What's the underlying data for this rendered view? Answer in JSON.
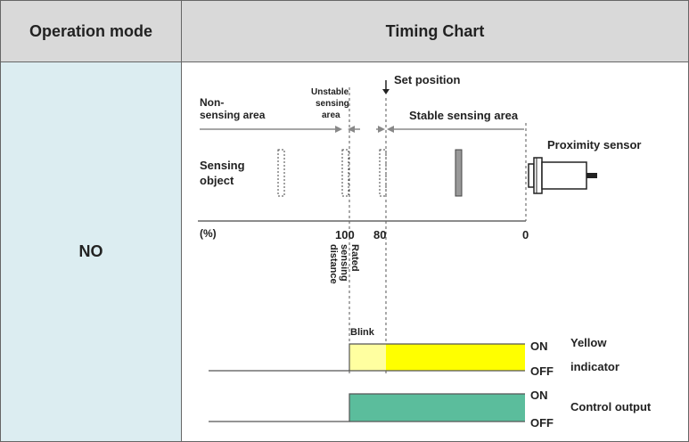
{
  "header": {
    "mode_label": "Operation mode",
    "chart_label": "Timing Chart"
  },
  "row": {
    "mode": "NO"
  },
  "chart": {
    "set_position": "Set position",
    "unstable_area": [
      "Unstable",
      "sensing",
      "area"
    ],
    "non_sensing_area": [
      "Non-",
      "sensing area"
    ],
    "stable_area": "Stable sensing area",
    "proximity_sensor": "Proximity sensor",
    "sensing_object": [
      "Sensing",
      "object"
    ],
    "percent_unit": "(%)",
    "tick_100": "100",
    "tick_80": "80",
    "tick_0": "0",
    "rated_distance": [
      "Rated",
      "sensing",
      "distance"
    ],
    "blink": "Blink",
    "on": "ON",
    "off": "OFF",
    "yellow_indicator": [
      "Yellow",
      "indicator"
    ],
    "control_output": "Control output",
    "colors": {
      "yellow": "#ffff00",
      "blink_fill": "#ffffa0",
      "green": "#5bbd9c",
      "mode_bg": "#dcedf1",
      "header_bg": "#d9d9d9"
    }
  }
}
